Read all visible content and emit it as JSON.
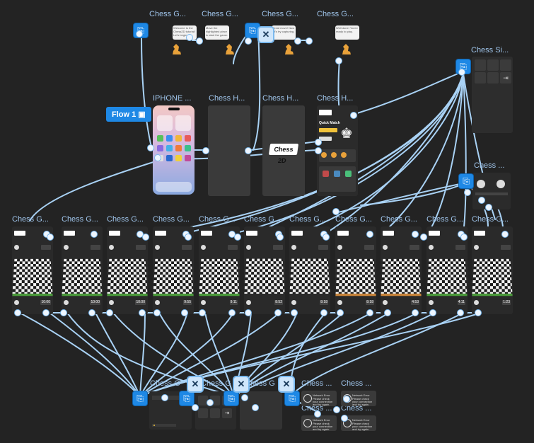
{
  "canvas": {
    "flow_label": "Flow 1",
    "frames": [
      {
        "id": "f-cg-1",
        "label": "Chess G..."
      },
      {
        "id": "f-cg-2",
        "label": "Chess G..."
      },
      {
        "id": "f-cg-3",
        "label": "Chess G..."
      },
      {
        "id": "f-cg-4",
        "label": "Chess G..."
      },
      {
        "id": "f-sidebar",
        "label": "Chess Si..."
      },
      {
        "id": "f-iphone",
        "label": "IPHONE ..."
      },
      {
        "id": "f-ch-1",
        "label": "Chess H..."
      },
      {
        "id": "f-ch-2",
        "label": "Chess H..."
      },
      {
        "id": "f-ch-3",
        "label": "Chess H..."
      },
      {
        "id": "f-chess-right",
        "label": "Chess ..."
      },
      {
        "id": "g1",
        "label": "Chess G..."
      },
      {
        "id": "g2",
        "label": "Chess G..."
      },
      {
        "id": "g3",
        "label": "Chess G..."
      },
      {
        "id": "g4",
        "label": "Chess G..."
      },
      {
        "id": "g5",
        "label": "Chess G..."
      },
      {
        "id": "g6",
        "label": "Chess G..."
      },
      {
        "id": "g7",
        "label": "Chess G..."
      },
      {
        "id": "g8",
        "label": "Chess G..."
      },
      {
        "id": "g9",
        "label": "Chess G..."
      },
      {
        "id": "g10",
        "label": "Chess G..."
      },
      {
        "id": "g11",
        "label": "Chess G..."
      },
      {
        "id": "b1",
        "label": "Chess G"
      },
      {
        "id": "b2",
        "label": "Chess G"
      },
      {
        "id": "b3",
        "label": "Chess G"
      },
      {
        "id": "n1",
        "label": "Chess ..."
      },
      {
        "id": "n2",
        "label": "Chess ..."
      },
      {
        "id": "n3",
        "label": "Chess ..."
      },
      {
        "id": "n4",
        "label": "Chess ..."
      }
    ],
    "bubbles": [
      "Welcome to the Chess2D tutorial! Let's begin.",
      "Move the highlighted piece to start the game.",
      "Great move! Now let's try capturing.",
      "Well done! You're ready to play."
    ],
    "home_screen": {
      "quick_match": "Quick Match",
      "logo": "Chess 2D"
    },
    "game_timers": [
      "10:00",
      "10:00",
      "10:00",
      "9:55",
      "9:11",
      "8:52",
      "8:18",
      "8:18",
      "4:53",
      "4:11",
      "1:23"
    ],
    "network": {
      "title": "Network Error",
      "body": "Please check your connection and try again."
    }
  }
}
